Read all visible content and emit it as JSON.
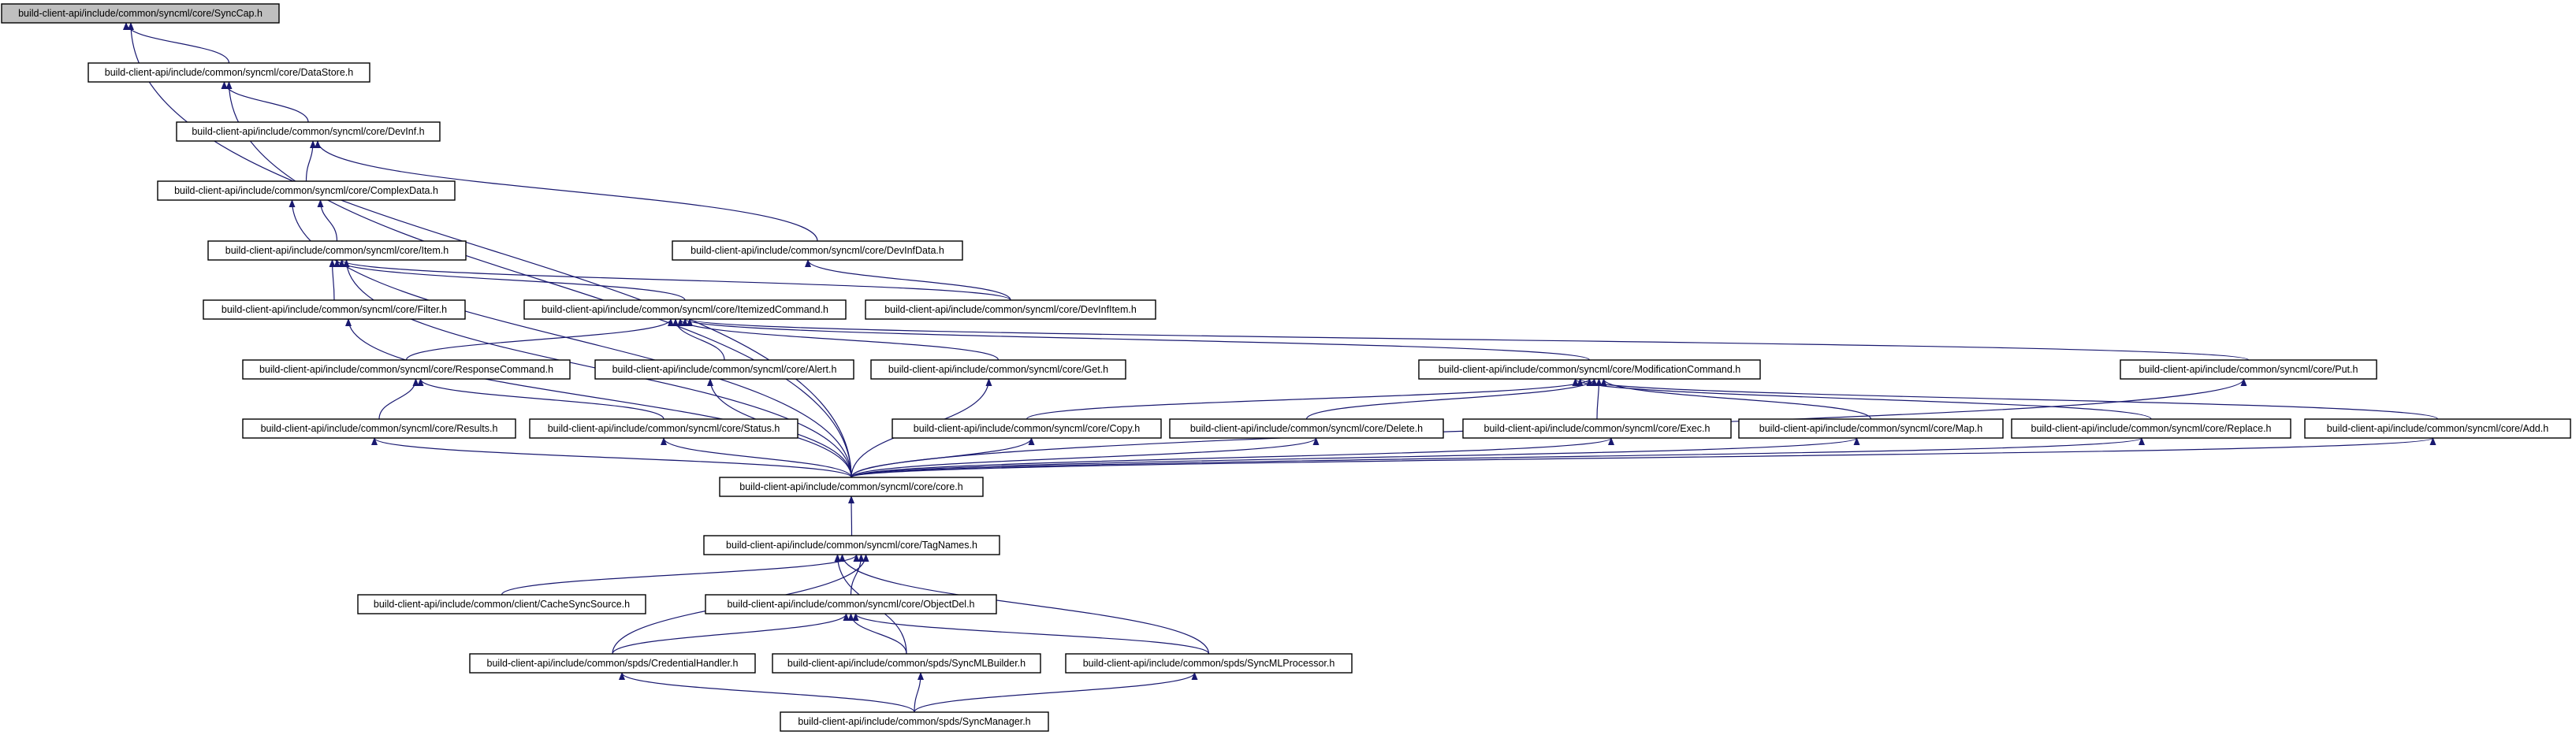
{
  "colors": {
    "edge": "#191970",
    "root_fill": "#bfbfbf",
    "node_fill": "#ffffff",
    "node_border": "#000000"
  },
  "diagram": {
    "nodes": [
      {
        "id": "synccap",
        "label": "build-client-api/include/common/syncml/core/SyncCap.h"
      },
      {
        "id": "datastore",
        "label": "build-client-api/include/common/syncml/core/DataStore.h"
      },
      {
        "id": "devinf",
        "label": "build-client-api/include/common/syncml/core/DevInf.h"
      },
      {
        "id": "complexdata",
        "label": "build-client-api/include/common/syncml/core/ComplexData.h"
      },
      {
        "id": "devinfdata",
        "label": "build-client-api/include/common/syncml/core/DevInfData.h"
      },
      {
        "id": "item",
        "label": "build-client-api/include/common/syncml/core/Item.h"
      },
      {
        "id": "filter",
        "label": "build-client-api/include/common/syncml/core/Filter.h"
      },
      {
        "id": "itemizedcommand",
        "label": "build-client-api/include/common/syncml/core/ItemizedCommand.h"
      },
      {
        "id": "devinfitem",
        "label": "build-client-api/include/common/syncml/core/DevInfItem.h"
      },
      {
        "id": "responsecommand",
        "label": "build-client-api/include/common/syncml/core/ResponseCommand.h"
      },
      {
        "id": "alert",
        "label": "build-client-api/include/common/syncml/core/Alert.h"
      },
      {
        "id": "get",
        "label": "build-client-api/include/common/syncml/core/Get.h"
      },
      {
        "id": "modificationcommand",
        "label": "build-client-api/include/common/syncml/core/ModificationCommand.h"
      },
      {
        "id": "put",
        "label": "build-client-api/include/common/syncml/core/Put.h"
      },
      {
        "id": "results",
        "label": "build-client-api/include/common/syncml/core/Results.h"
      },
      {
        "id": "status",
        "label": "build-client-api/include/common/syncml/core/Status.h"
      },
      {
        "id": "copy",
        "label": "build-client-api/include/common/syncml/core/Copy.h"
      },
      {
        "id": "delete",
        "label": "build-client-api/include/common/syncml/core/Delete.h"
      },
      {
        "id": "exec",
        "label": "build-client-api/include/common/syncml/core/Exec.h"
      },
      {
        "id": "map",
        "label": "build-client-api/include/common/syncml/core/Map.h"
      },
      {
        "id": "replace",
        "label": "build-client-api/include/common/syncml/core/Replace.h"
      },
      {
        "id": "add",
        "label": "build-client-api/include/common/syncml/core/Add.h"
      },
      {
        "id": "core",
        "label": "build-client-api/include/common/syncml/core/core.h"
      },
      {
        "id": "tagnames",
        "label": "build-client-api/include/common/syncml/core/TagNames.h"
      },
      {
        "id": "cachesyncsource",
        "label": "build-client-api/include/common/client/CacheSyncSource.h"
      },
      {
        "id": "objectdel",
        "label": "build-client-api/include/common/syncml/core/ObjectDel.h"
      },
      {
        "id": "credentialhandler",
        "label": "build-client-api/include/common/spds/CredentialHandler.h"
      },
      {
        "id": "syncmlbuilder",
        "label": "build-client-api/include/common/spds/SyncMLBuilder.h"
      },
      {
        "id": "syncmlprocessor",
        "label": "build-client-api/include/common/spds/SyncMLProcessor.h"
      },
      {
        "id": "syncmanager",
        "label": "build-client-api/include/common/spds/SyncManager.h"
      }
    ],
    "edges": [
      [
        "datastore",
        "synccap"
      ],
      [
        "core",
        "synccap"
      ],
      [
        "devinf",
        "datastore"
      ],
      [
        "core",
        "datastore"
      ],
      [
        "complexdata",
        "devinf"
      ],
      [
        "devinfdata",
        "devinf"
      ],
      [
        "item",
        "complexdata"
      ],
      [
        "core",
        "complexdata"
      ],
      [
        "devinfitem",
        "devinfdata"
      ],
      [
        "filter",
        "item"
      ],
      [
        "itemizedcommand",
        "item"
      ],
      [
        "devinfitem",
        "item"
      ],
      [
        "core",
        "item"
      ],
      [
        "core",
        "filter"
      ],
      [
        "responsecommand",
        "itemizedcommand"
      ],
      [
        "alert",
        "itemizedcommand"
      ],
      [
        "get",
        "itemizedcommand"
      ],
      [
        "modificationcommand",
        "itemizedcommand"
      ],
      [
        "put",
        "itemizedcommand"
      ],
      [
        "results",
        "responsecommand"
      ],
      [
        "status",
        "responsecommand"
      ],
      [
        "core",
        "alert"
      ],
      [
        "core",
        "get"
      ],
      [
        "core",
        "put"
      ],
      [
        "copy",
        "modificationcommand"
      ],
      [
        "delete",
        "modificationcommand"
      ],
      [
        "exec",
        "modificationcommand"
      ],
      [
        "map",
        "modificationcommand"
      ],
      [
        "replace",
        "modificationcommand"
      ],
      [
        "add",
        "modificationcommand"
      ],
      [
        "core",
        "results"
      ],
      [
        "core",
        "status"
      ],
      [
        "core",
        "copy"
      ],
      [
        "core",
        "delete"
      ],
      [
        "core",
        "exec"
      ],
      [
        "core",
        "map"
      ],
      [
        "core",
        "replace"
      ],
      [
        "core",
        "add"
      ],
      [
        "tagnames",
        "core"
      ],
      [
        "cachesyncsource",
        "tagnames"
      ],
      [
        "objectdel",
        "tagnames"
      ],
      [
        "credentialhandler",
        "tagnames"
      ],
      [
        "syncmlbuilder",
        "tagnames"
      ],
      [
        "syncmlprocessor",
        "tagnames"
      ],
      [
        "credentialhandler",
        "objectdel"
      ],
      [
        "syncmlbuilder",
        "objectdel"
      ],
      [
        "syncmlprocessor",
        "objectdel"
      ],
      [
        "syncmanager",
        "credentialhandler"
      ],
      [
        "syncmanager",
        "syncmlbuilder"
      ],
      [
        "syncmanager",
        "syncmlprocessor"
      ]
    ]
  }
}
